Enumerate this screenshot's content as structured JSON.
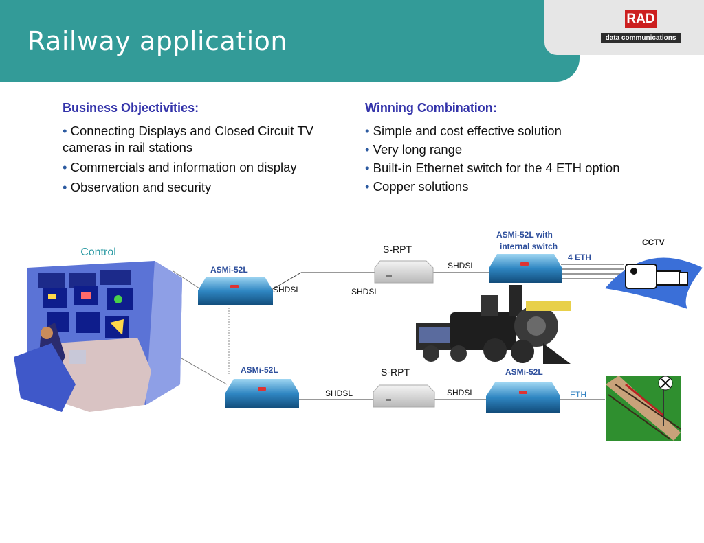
{
  "title": "Railway application",
  "logo": {
    "brand": "RAD",
    "tagline": "data communications",
    "brand_color": "#cc1f1f"
  },
  "colors": {
    "header": "#339b98",
    "heading": "#3333aa",
    "device_label": "#2e4f9c"
  },
  "business": {
    "heading": "Business Objectivities:",
    "items": [
      "Connecting Displays and Closed Circuit TV  cameras in rail stations",
      "Commercials and information on display",
      "Observation and security"
    ]
  },
  "winning": {
    "heading": "Winning Combination:",
    "items": [
      "Simple and cost effective solution",
      "Very long range",
      "Built-in Ethernet switch for the 4 ETH option",
      "Copper solutions"
    ]
  },
  "diagram": {
    "control_label": "Control",
    "top_left_device": "ASMi-52L",
    "top_rpt": "S-RPT",
    "top_right_device_line1": "ASMi-52L with",
    "top_right_device_line2": "internal switch",
    "four_eth": "4 ETH",
    "cctv": "CCTV",
    "bottom_left_device": "ASMi-52L",
    "bottom_rpt": "S-RPT",
    "bottom_right_device": "ASMi-52L",
    "eth": "ETH",
    "shdsl": "SHDSL",
    "device_badge": "RAD"
  }
}
